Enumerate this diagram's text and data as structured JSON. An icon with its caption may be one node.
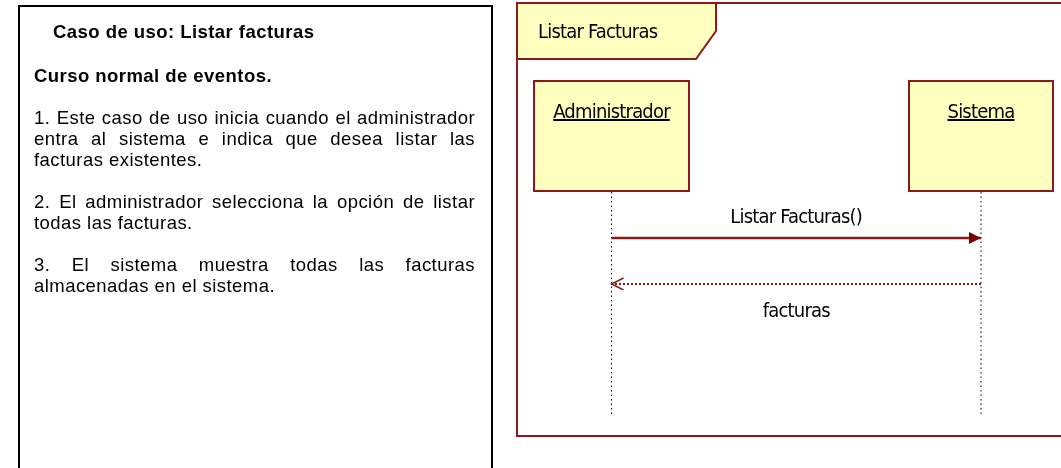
{
  "diagram": {
    "nodes": [
      {
        "text": [
          "Caso de uso: Listar facturas",
          "Curso normal de eventos.",
          "1. Este caso de uso inicia cuando el administrador entra al sistema e indica que desea listar las facturas existentes.",
          "2. El administrador selecciona la opción de listar todas las facturas.",
          "3. El sistema muestra todas las facturas almacenadas en el sistema."
        ]
      },
      {
        "text": [
          "Listar Facturas"
        ]
      },
      {
        "text": [
          "Administrador"
        ],
        "in": 1
      },
      {
        "text": [
          "Sistema"
        ],
        "in": 1
      }
    ],
    "edges": [
      {
        "from": 2,
        "to": 3,
        "arrow": "to",
        "label": "Listar Facturas()"
      },
      {
        "from": 3,
        "to": 2,
        "arrow": "to",
        "label": "facturas",
        "style": "dashed"
      }
    ]
  }
}
